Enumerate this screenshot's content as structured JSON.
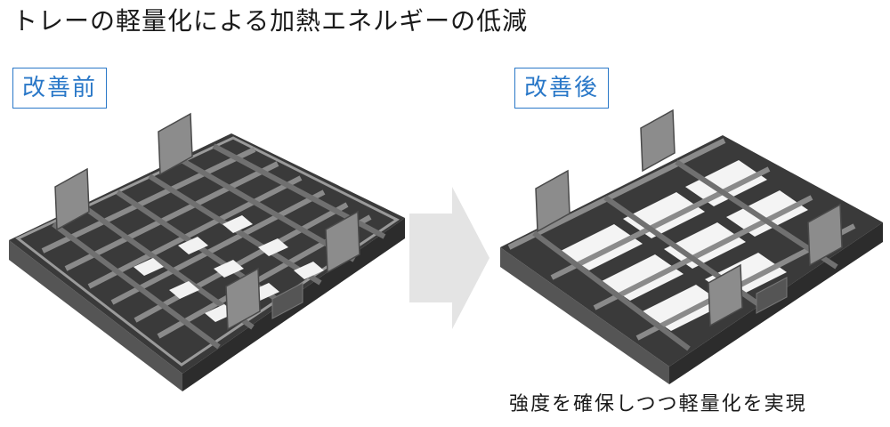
{
  "title": "トレーの軽量化による加熱エネルギーの低減",
  "before_label": "改善前",
  "after_label": "改善後",
  "caption": "強度を確保しつつ軽量化を実現",
  "colors": {
    "accent": "#2a78c8",
    "arrow": "#e4e4e4",
    "frame_dark": "#3a3a3a",
    "frame_mid": "#6e6e6e",
    "frame_light": "#a8a8a8"
  },
  "icons": {
    "arrow": "right-arrow-icon"
  }
}
